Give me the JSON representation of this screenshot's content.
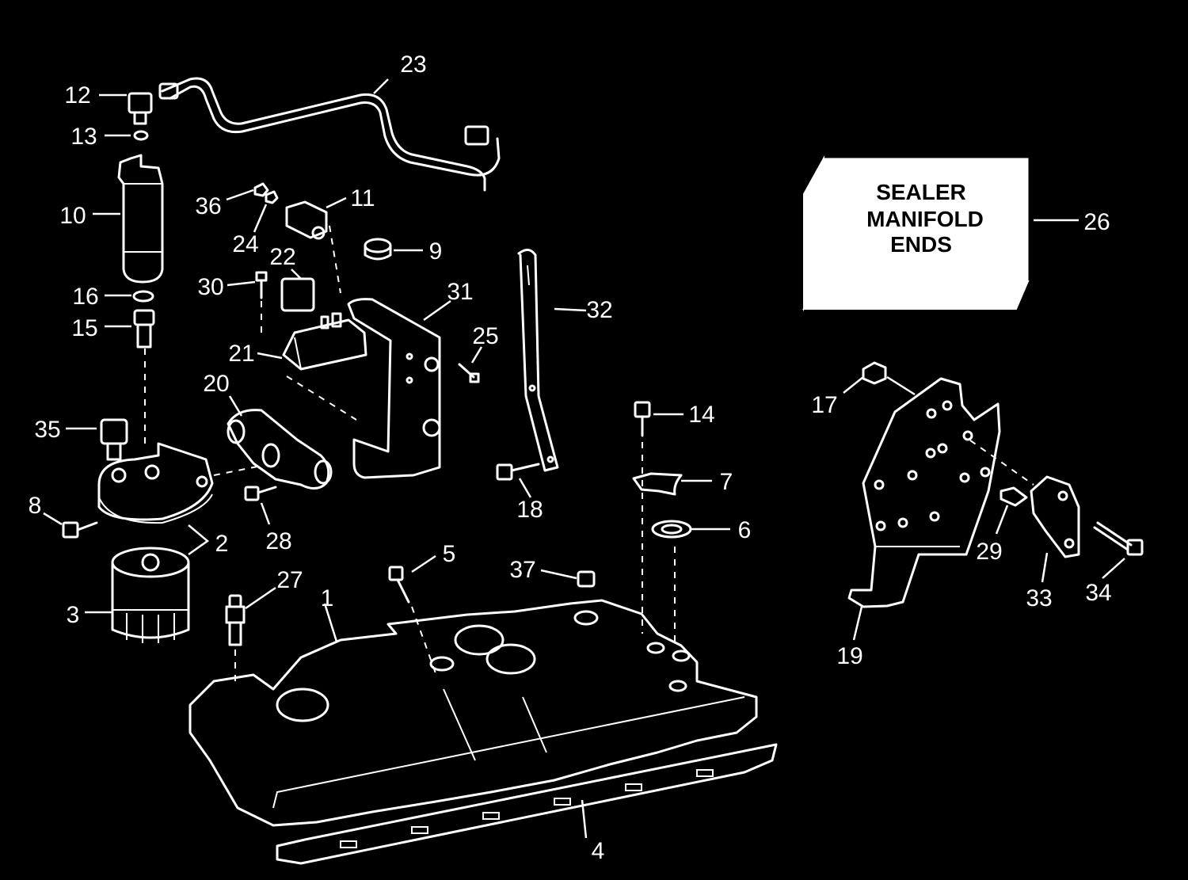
{
  "callouts": [
    {
      "id": "1",
      "text": "1"
    },
    {
      "id": "2",
      "text": "2"
    },
    {
      "id": "3",
      "text": "3"
    },
    {
      "id": "4",
      "text": "4"
    },
    {
      "id": "5",
      "text": "5"
    },
    {
      "id": "6",
      "text": "6"
    },
    {
      "id": "7",
      "text": "7"
    },
    {
      "id": "8",
      "text": "8"
    },
    {
      "id": "9",
      "text": "9"
    },
    {
      "id": "10",
      "text": "10"
    },
    {
      "id": "11",
      "text": "11"
    },
    {
      "id": "12",
      "text": "12"
    },
    {
      "id": "13",
      "text": "13"
    },
    {
      "id": "14",
      "text": "14"
    },
    {
      "id": "15",
      "text": "15"
    },
    {
      "id": "16",
      "text": "16"
    },
    {
      "id": "17",
      "text": "17"
    },
    {
      "id": "18",
      "text": "18"
    },
    {
      "id": "19",
      "text": "19"
    },
    {
      "id": "20",
      "text": "20"
    },
    {
      "id": "21",
      "text": "21"
    },
    {
      "id": "22",
      "text": "22"
    },
    {
      "id": "23",
      "text": "23"
    },
    {
      "id": "24",
      "text": "24"
    },
    {
      "id": "25",
      "text": "25"
    },
    {
      "id": "26",
      "text": "26"
    },
    {
      "id": "27",
      "text": "27"
    },
    {
      "id": "28",
      "text": "28"
    },
    {
      "id": "29",
      "text": "29"
    },
    {
      "id": "30",
      "text": "30"
    },
    {
      "id": "31",
      "text": "31"
    },
    {
      "id": "32",
      "text": "32"
    },
    {
      "id": "33",
      "text": "33"
    },
    {
      "id": "34",
      "text": "34"
    },
    {
      "id": "35",
      "text": "35"
    },
    {
      "id": "36",
      "text": "36"
    },
    {
      "id": "37",
      "text": "37"
    }
  ],
  "sealer_box": {
    "line1": "SEALER",
    "line2": "MANIFOLD",
    "line3": "ENDS"
  }
}
